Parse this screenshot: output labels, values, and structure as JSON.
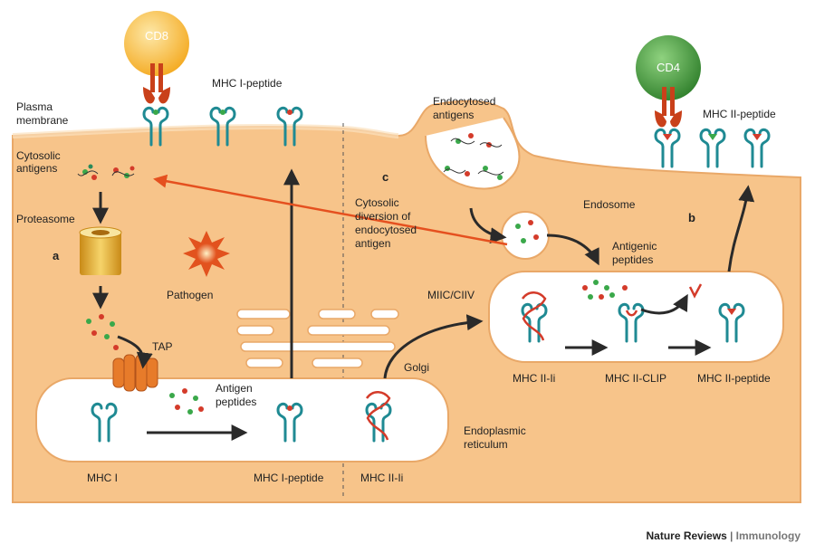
{
  "labels": {
    "cd8": "CD8",
    "cd4": "CD4",
    "mhc1_peptide_top": "MHC I-peptide",
    "mhc2_peptide_top": "MHC II-peptide",
    "plasma_line1": "Plasma",
    "plasma_line2": "membrane",
    "cytosolic_line1": "Cytosolic",
    "cytosolic_line2": "antigens",
    "proteasome": "Proteasome",
    "panel_a": "a",
    "panel_b": "b",
    "panel_c": "c",
    "pathogen": "Pathogen",
    "tap": "TAP",
    "antigen_line1": "Antigen",
    "antigen_line2": "peptides",
    "mhc1": "MHC I",
    "mhc1_peptide_bottom": "MHC I-peptide",
    "mhc2_ii_bottom": "MHC II-Ii",
    "golgi": "Golgi",
    "er_line1": "Endoplasmic",
    "er_line2": "reticulum",
    "endocytosed_line1": "Endocytosed",
    "endocytosed_line2": "antigens",
    "diversion_line1": "Cytosolic",
    "diversion_line2": "diversion of",
    "diversion_line3": "endocytosed",
    "diversion_line4": "antigen",
    "endosome": "Endosome",
    "antigenic_line1": "Antigenic",
    "antigenic_line2": "peptides",
    "miic": "MIIC/CIIV",
    "mhc2_ii": "MHC II-Ii",
    "mhc2_clip": "MHC II-CLIP",
    "mhc2_peptide": "MHC II-peptide"
  },
  "credit": {
    "journal": "Nature Reviews",
    "separator": " | ",
    "section": "Immunology"
  },
  "colors": {
    "cytoplasm": "#f7c48a",
    "membrane_edge": "#e9a868",
    "mhc": "#1f8a93",
    "organelle_fill": "#ffffff",
    "cd8": "#f7b633",
    "cd4": "#3e9a3a",
    "tcr": "#c9401a",
    "arrow": "#2a2a2a",
    "diversion_arrow": "#e5501f"
  }
}
